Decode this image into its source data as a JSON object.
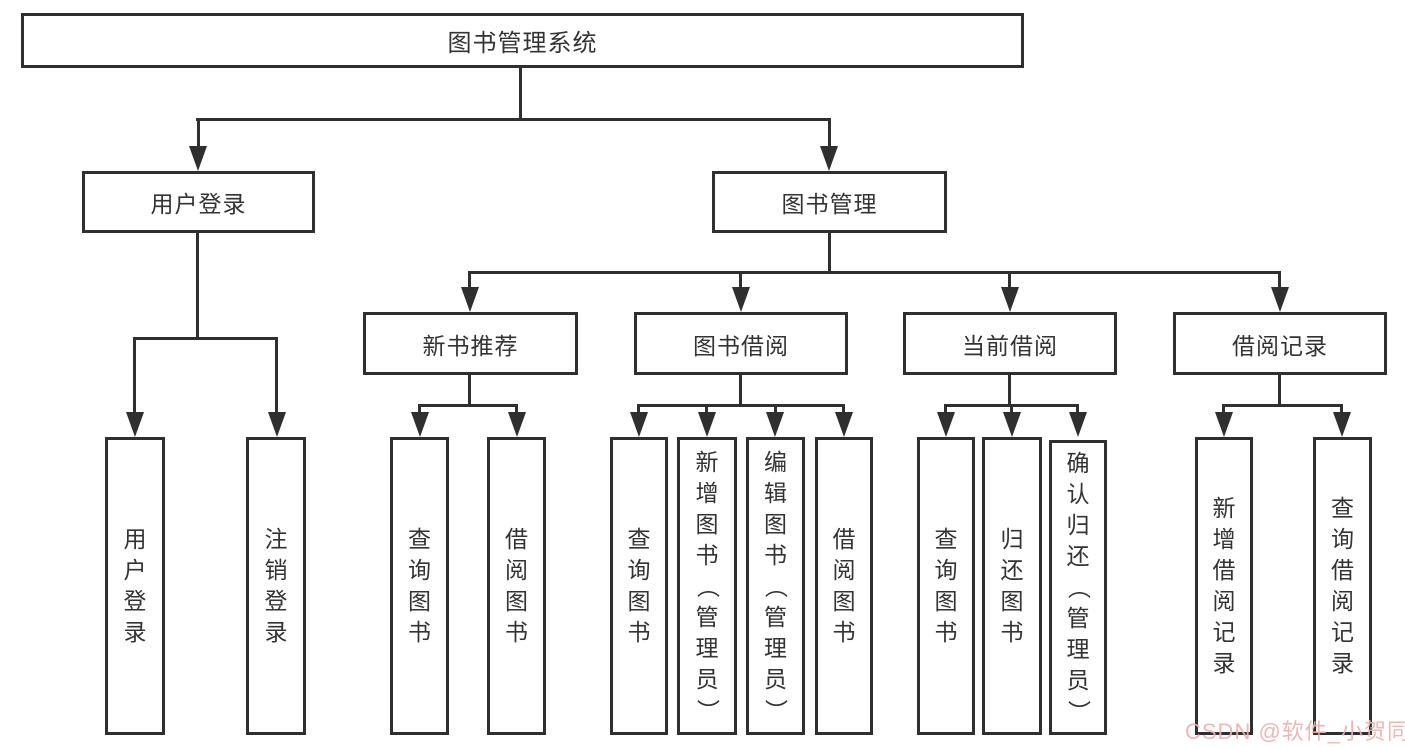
{
  "diagram": {
    "nodes": {
      "root": {
        "label": "图书管理系统"
      },
      "login": {
        "label": "用户登录"
      },
      "mgmt": {
        "label": "图书管理"
      },
      "rec": {
        "label": "新书推荐"
      },
      "borrow": {
        "label": "图书借阅"
      },
      "current": {
        "label": "当前借阅"
      },
      "record": {
        "label": "借阅记录"
      },
      "login_user": {
        "label": "用户登录"
      },
      "login_logout": {
        "label": "注销登录"
      },
      "rec_query": {
        "label": "查询图书"
      },
      "rec_borrow": {
        "label": "借阅图书"
      },
      "borrow_query": {
        "label": "查询图书"
      },
      "borrow_add": {
        "label": "新增图书（管理员）"
      },
      "borrow_edit": {
        "label": "编辑图书（管理员）"
      },
      "borrow_borrow": {
        "label": "借阅图书"
      },
      "current_query": {
        "label": "查询图书"
      },
      "current_return": {
        "label": "归还图书"
      },
      "current_confirm": {
        "label": "确认归还（管理员）"
      },
      "record_add": {
        "label": "新增借阅记录"
      },
      "record_query": {
        "label": "查询借阅记录"
      }
    },
    "watermark": {
      "text": "CSDN @软件_小贺同学",
      "color": "#ecb2ad"
    },
    "colors": {
      "line": "#2f2f2f",
      "text": "#333333",
      "background": "#ffffff"
    }
  }
}
